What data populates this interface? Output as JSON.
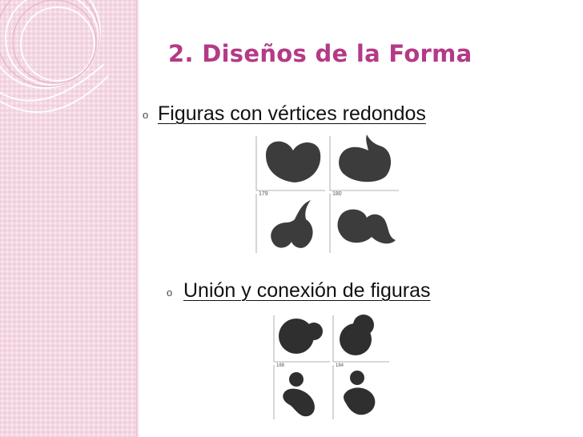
{
  "slide": {
    "title": "2. Diseños de la Forma",
    "bullets": [
      {
        "marker": "o",
        "text": "Figuras con vértices redondos"
      },
      {
        "marker": "o",
        "text": "Unión y conexión de figuras"
      }
    ]
  },
  "figures_top": {
    "labels": [
      "179",
      "180"
    ]
  },
  "figures_bottom": {
    "labels": [
      "188",
      "184"
    ]
  },
  "colors": {
    "title": "#b43a86",
    "band": "#f4d9e4",
    "shape_fill": "#3c3c3c"
  }
}
